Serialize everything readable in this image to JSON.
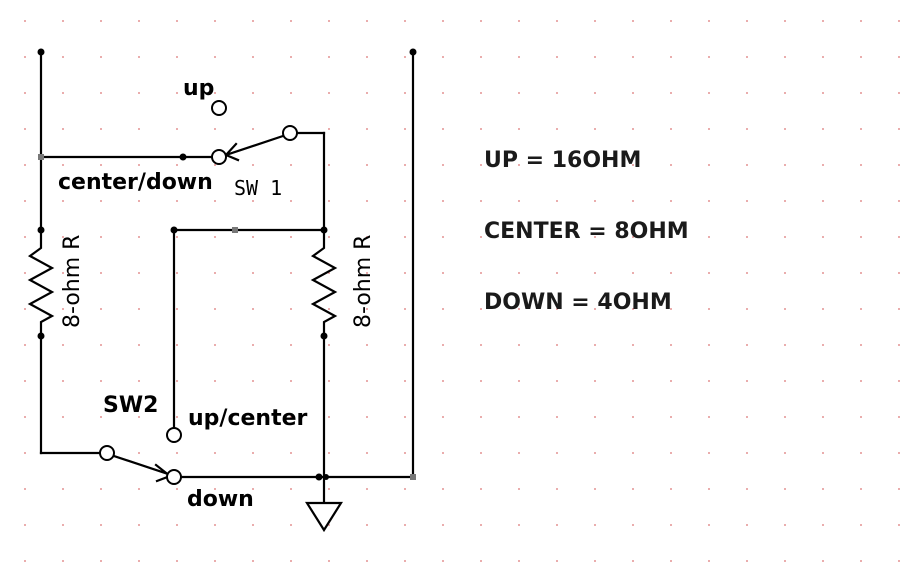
{
  "labels": {
    "up": "up",
    "center_down": "center/down",
    "sw1": "SW 1",
    "sw2": "SW2",
    "up_center": "up/center",
    "down": "down",
    "resistor_left": "8-ohm R",
    "resistor_right": "8-ohm R"
  },
  "legend": [
    "UP = 16OHM",
    "CENTER = 8OHM",
    "DOWN = 4OHM"
  ]
}
